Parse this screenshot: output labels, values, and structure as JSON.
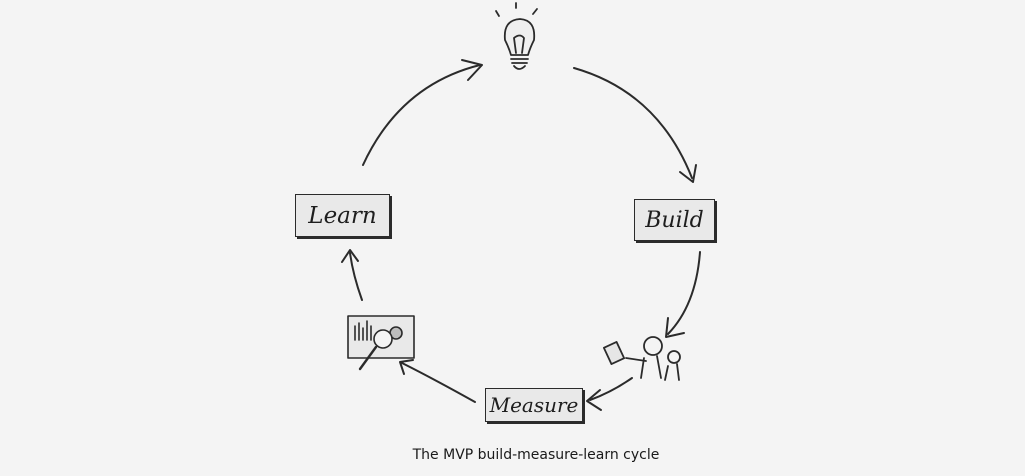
{
  "diagram": {
    "nodes": {
      "learn": "Learn",
      "build": "Build",
      "measure": "Measure"
    },
    "icons": [
      "lightbulb-icon",
      "people-demo-icon",
      "analytics-magnifier-icon"
    ],
    "caption": "The MVP build-measure-learn cycle",
    "colors": {
      "background": "#f4f4f4",
      "ink": "#2b2b2b",
      "box_fill": "#e9e9e9"
    }
  }
}
